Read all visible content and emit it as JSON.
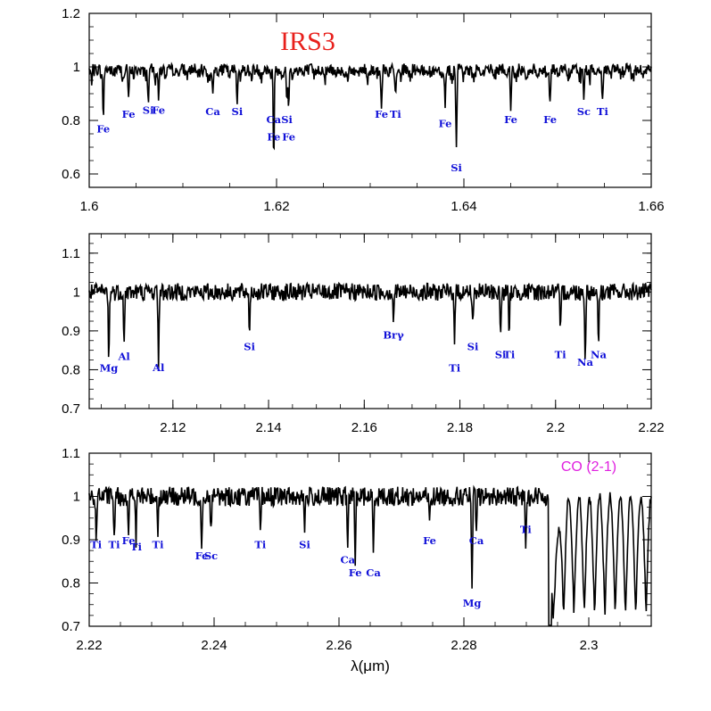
{
  "figure": {
    "title": "IRS3",
    "xlabel": "λ(μm)",
    "colors": {
      "spectrum": "#000000",
      "line_labels": "#1010d8",
      "title": "#e8201c",
      "co_label": "#e020e0"
    }
  },
  "chart_data": [
    {
      "type": "line",
      "xlim": [
        1.6,
        1.66
      ],
      "ylim": [
        0.55,
        1.2
      ],
      "x_ticks": [
        1.6,
        1.62,
        1.64,
        1.66
      ],
      "x_tick_labels": [
        "1.6",
        "1.62",
        "1.64",
        "1.66"
      ],
      "y_ticks": [
        0.6,
        0.8,
        1.0,
        1.2
      ],
      "y_tick_labels": [
        "0.6",
        "0.8",
        "1",
        "1.2"
      ],
      "title": "IRS3",
      "continuum": 0.99,
      "lines": [
        {
          "label": "Fe",
          "x": 1.6015,
          "depth": 0.17,
          "label_y": 0.755
        },
        {
          "label": "Fe",
          "x": 1.6042,
          "depth": 0.12,
          "label_y": 0.81
        },
        {
          "label": "Si",
          "x": 1.6063,
          "depth": 0.13,
          "label_y": 0.825
        },
        {
          "label": "Fe",
          "x": 1.6074,
          "depth": 0.12,
          "label_y": 0.825
        },
        {
          "label": "Ca",
          "x": 1.6132,
          "depth": 0.11,
          "label_y": 0.82
        },
        {
          "label": "Si",
          "x": 1.6158,
          "depth": 0.13,
          "label_y": 0.82
        },
        {
          "label": "Ca",
          "x": 1.6197,
          "depth": 0.16,
          "label_y": 0.79
        },
        {
          "label": "Fe",
          "x": 1.6197,
          "depth": 0.16,
          "label_y": 0.725
        },
        {
          "label": "Si",
          "x": 1.6211,
          "depth": 0.14,
          "label_y": 0.79
        },
        {
          "label": "Fe",
          "x": 1.6213,
          "depth": 0.14,
          "label_y": 0.725
        },
        {
          "label": "Fe",
          "x": 1.6312,
          "depth": 0.14,
          "label_y": 0.81
        },
        {
          "label": "Ti",
          "x": 1.6327,
          "depth": 0.12,
          "label_y": 0.81
        },
        {
          "label": "Fe",
          "x": 1.638,
          "depth": 0.14,
          "label_y": 0.775
        },
        {
          "label": "Si",
          "x": 1.6392,
          "depth": 0.3,
          "label_y": 0.61
        },
        {
          "label": "Fe",
          "x": 1.645,
          "depth": 0.14,
          "label_y": 0.79
        },
        {
          "label": "Fe",
          "x": 1.6492,
          "depth": 0.13,
          "label_y": 0.79
        },
        {
          "label": "Sc",
          "x": 1.6528,
          "depth": 0.13,
          "label_y": 0.82
        },
        {
          "label": "Ti",
          "x": 1.6548,
          "depth": 0.11,
          "label_y": 0.82
        }
      ]
    },
    {
      "type": "line",
      "xlim": [
        2.1025,
        2.22
      ],
      "ylim": [
        0.7,
        1.15
      ],
      "x_ticks": [
        2.12,
        2.14,
        2.16,
        2.18,
        2.2,
        2.22
      ],
      "x_tick_labels": [
        "2.12",
        "2.14",
        "2.16",
        "2.18",
        "2.2",
        "2.22"
      ],
      "y_ticks": [
        0.7,
        0.8,
        0.9,
        1.0,
        1.1
      ],
      "y_tick_labels": [
        "0.7",
        "0.8",
        "0.9",
        "1",
        "1.1"
      ],
      "continuum": 1.0,
      "lines": [
        {
          "label": "Mg",
          "x": 2.1066,
          "depth": 0.19,
          "label_y": 0.795
        },
        {
          "label": "Al",
          "x": 2.1098,
          "depth": 0.14,
          "label_y": 0.825
        },
        {
          "label": "Al",
          "x": 2.117,
          "depth": 0.18,
          "label_y": 0.797
        },
        {
          "label": "Si",
          "x": 2.136,
          "depth": 0.1,
          "label_y": 0.85
        },
        {
          "label": "Brγ",
          "x": 2.1661,
          "depth": 0.07,
          "label_y": 0.88
        },
        {
          "label": "Ti",
          "x": 2.1789,
          "depth": 0.12,
          "label_y": 0.795
        },
        {
          "label": "Si",
          "x": 2.1827,
          "depth": 0.09,
          "label_y": 0.85
        },
        {
          "label": "Si",
          "x": 2.1885,
          "depth": 0.12,
          "label_y": 0.83
        },
        {
          "label": "Ti",
          "x": 2.1903,
          "depth": 0.12,
          "label_y": 0.83
        },
        {
          "label": "Ti",
          "x": 2.201,
          "depth": 0.12,
          "label_y": 0.83
        },
        {
          "label": "Na",
          "x": 2.2062,
          "depth": 0.18,
          "label_y": 0.81
        },
        {
          "label": "Na",
          "x": 2.209,
          "depth": 0.14,
          "label_y": 0.83
        }
      ]
    },
    {
      "type": "line",
      "xlim": [
        2.22,
        2.31
      ],
      "ylim": [
        0.7,
        1.1
      ],
      "x_ticks": [
        2.22,
        2.24,
        2.26,
        2.28,
        2.3
      ],
      "x_tick_labels": [
        "2.22",
        "2.24",
        "2.26",
        "2.28",
        "2.3"
      ],
      "y_ticks": [
        0.7,
        0.8,
        0.9,
        1.0,
        1.1
      ],
      "y_tick_labels": [
        "0.7",
        "0.8",
        "0.9",
        "1",
        "1.1"
      ],
      "continuum": 1.0,
      "annotation": "CO (2-1)",
      "co_bandhead": 2.2935,
      "lines": [
        {
          "label": "Ti",
          "x": 2.2211,
          "depth": 0.11,
          "label_y": 0.88
        },
        {
          "label": "Ti",
          "x": 2.224,
          "depth": 0.11,
          "label_y": 0.88
        },
        {
          "label": "Fe",
          "x": 2.2263,
          "depth": 0.09,
          "label_y": 0.89
        },
        {
          "label": "Ti",
          "x": 2.2275,
          "depth": 0.1,
          "label_y": 0.875
        },
        {
          "label": "Ti",
          "x": 2.231,
          "depth": 0.08,
          "label_y": 0.88
        },
        {
          "label": "Fe",
          "x": 2.238,
          "depth": 0.13,
          "label_y": 0.855
        },
        {
          "label": "Sc",
          "x": 2.2395,
          "depth": 0.08,
          "label_y": 0.855
        },
        {
          "label": "Ti",
          "x": 2.2474,
          "depth": 0.09,
          "label_y": 0.88
        },
        {
          "label": "Si",
          "x": 2.2545,
          "depth": 0.08,
          "label_y": 0.88
        },
        {
          "label": "Ca",
          "x": 2.2614,
          "depth": 0.12,
          "label_y": 0.845
        },
        {
          "label": "Fe",
          "x": 2.2626,
          "depth": 0.15,
          "label_y": 0.815
        },
        {
          "label": "Ca",
          "x": 2.2655,
          "depth": 0.14,
          "label_y": 0.815
        },
        {
          "label": "Fe",
          "x": 2.2745,
          "depth": 0.07,
          "label_y": 0.89
        },
        {
          "label": "Ca",
          "x": 2.282,
          "depth": 0.08,
          "label_y": 0.89
        },
        {
          "label": "Mg",
          "x": 2.2813,
          "depth": 0.23,
          "label_y": 0.745
        },
        {
          "label": "Ti",
          "x": 2.2899,
          "depth": 0.1,
          "label_y": 0.915
        }
      ]
    }
  ]
}
